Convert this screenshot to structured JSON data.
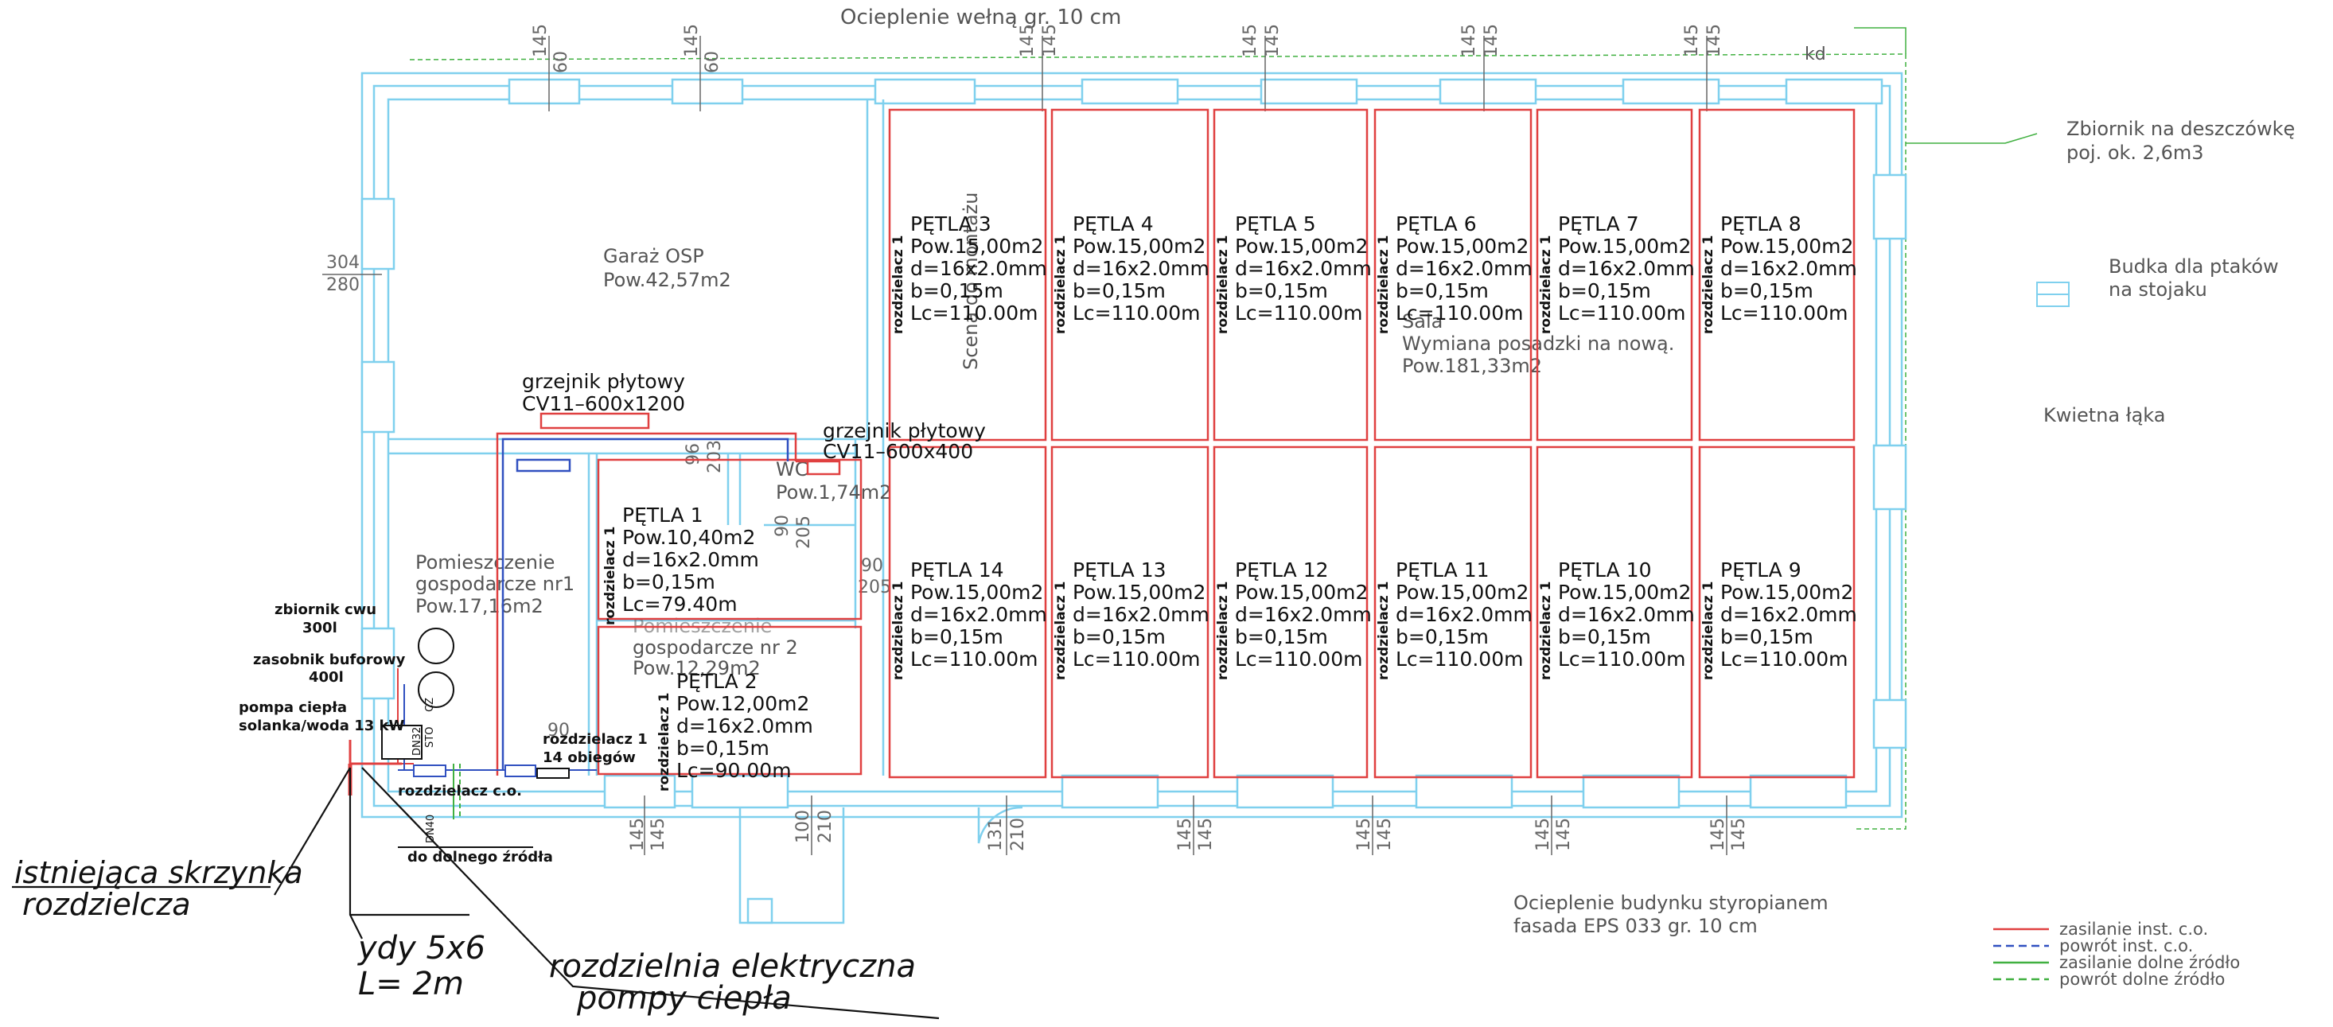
{
  "title_top": "Ocieplenie wełną gr. 10 cm",
  "kd": "kd",
  "dimensions": {
    "top": [
      [
        "145",
        "60"
      ],
      [
        "145",
        "60"
      ],
      [
        "145",
        "145"
      ],
      [
        "145",
        "145"
      ],
      [
        "145",
        "145"
      ],
      [
        "145",
        "145"
      ]
    ],
    "bottom": [
      [
        "145",
        "145"
      ],
      [
        "100",
        "210"
      ],
      [
        "131",
        "210"
      ],
      [
        "145",
        "145"
      ],
      [
        "145",
        "145"
      ],
      [
        "145",
        "145"
      ],
      [
        "145",
        "145"
      ]
    ],
    "left": [
      "304",
      "280"
    ],
    "inner_a": [
      "96",
      "203"
    ],
    "inner_b": [
      "90",
      "205"
    ],
    "inner_c": [
      "90",
      "205"
    ],
    "inner_d": "90"
  },
  "rooms": {
    "garage": {
      "name": "Garaż OSP",
      "area": "Pow.42,57m2"
    },
    "utility1": {
      "name": "Pomieszczenie",
      "name2": "gospodarcze nr1",
      "area": "Pow.17,16m2"
    },
    "utility2": {
      "name": "Pomieszczenie",
      "name2": "gospodarcze nr 2",
      "area": "Pow.12,29m2"
    },
    "wc": {
      "name": "WC",
      "area": "Pow.1,74m2"
    },
    "hall": {
      "name": "Sala",
      "desc": "Wymiana posadzki na nową.",
      "area": "Pow.181,33m2"
    },
    "stage": "Scena do montażu"
  },
  "radiators": [
    {
      "label": "grzejnik płytowy",
      "model": "CV11–600x1200"
    },
    {
      "label": "grzejnik płytowy",
      "model": "CV11–600x400"
    }
  ],
  "manifold_prefix": "rozdzielacz 1",
  "loops": [
    {
      "name": "PĘTLA 1",
      "pow": "Pow.10,40m2",
      "d": "d=16x2.0mm",
      "b": "b=0,15m",
      "lc": "Lc=79.40m"
    },
    {
      "name": "PĘTLA 2",
      "pow": "Pow.12,00m2",
      "d": "d=16x2.0mm",
      "b": "b=0,15m",
      "lc": "Lc=90.00m"
    },
    {
      "name": "PĘTLA 3",
      "pow": "Pow.15,00m2",
      "d": "d=16x2.0mm",
      "b": "b=0,15m",
      "lc": "Lc=110.00m"
    },
    {
      "name": "PĘTLA 4",
      "pow": "Pow.15,00m2",
      "d": "d=16x2.0mm",
      "b": "b=0,15m",
      "lc": "Lc=110.00m"
    },
    {
      "name": "PĘTLA 5",
      "pow": "Pow.15,00m2",
      "d": "d=16x2.0mm",
      "b": "b=0,15m",
      "lc": "Lc=110.00m"
    },
    {
      "name": "PĘTLA 6",
      "pow": "Pow.15,00m2",
      "d": "d=16x2.0mm",
      "b": "b=0,15m",
      "lc": "Lc=110.00m"
    },
    {
      "name": "PĘTLA 7",
      "pow": "Pow.15,00m2",
      "d": "d=16x2.0mm",
      "b": "b=0,15m",
      "lc": "Lc=110.00m"
    },
    {
      "name": "PĘTLA 8",
      "pow": "Pow.15,00m2",
      "d": "d=16x2.0mm",
      "b": "b=0,15m",
      "lc": "Lc=110.00m"
    },
    {
      "name": "PĘTLA 9",
      "pow": "Pow.15,00m2",
      "d": "d=16x2.0mm",
      "b": "b=0,15m",
      "lc": "Lc=110.00m"
    },
    {
      "name": "PĘTLA 10",
      "pow": "Pow.15,00m2",
      "d": "d=16x2.0mm",
      "b": "b=0,15m",
      "lc": "Lc=110.00m"
    },
    {
      "name": "PĘTLA 11",
      "pow": "Pow.15,00m2",
      "d": "d=16x2.0mm",
      "b": "b=0,15m",
      "lc": "Lc=110.00m"
    },
    {
      "name": "PĘTLA 12",
      "pow": "Pow.15,00m2",
      "d": "d=16x2.0mm",
      "b": "b=0,15m",
      "lc": "Lc=110.00m"
    },
    {
      "name": "PĘTLA 13",
      "pow": "Pow.15,00m2",
      "d": "d=16x2.0mm",
      "b": "b=0,15m",
      "lc": "Lc=110.00m"
    },
    {
      "name": "PĘTLA 14",
      "pow": "Pow.15,00m2",
      "d": "d=16x2.0mm",
      "b": "b=0,15m",
      "lc": "Lc=110.00m"
    }
  ],
  "equipment": {
    "cwu_tank": {
      "label": "zbiornik cwu",
      "cap": "300l"
    },
    "buffer_tank": {
      "label": "zasobnik buforowy",
      "cap": "400l"
    },
    "heat_pump": {
      "line1": "pompa ciepła",
      "line2": "solanka/woda 13 kW"
    },
    "manifold_co": "rozdzielacz c.o.",
    "manifold_14": {
      "line1": "rozdzielacz 1",
      "line2": "14 obiegów"
    },
    "lower_source": "do dolnego źródła",
    "pipe_dn32": "DN32",
    "pipe_dn40": "DN40",
    "pipe_sto": "STO",
    "pipe_cz": "CZ"
  },
  "exterior": {
    "rainwater": {
      "line1": "Zbiornik na deszczówkę",
      "line2": "poj. ok. 2,6m3"
    },
    "birdhouse": {
      "line1": "Budka dla ptaków",
      "line2": "na stojaku"
    },
    "meadow": "Kwietna łąka",
    "insulation": {
      "line1": "Ocieplenie budynku styropianem",
      "line2": "fasada EPS 033 gr. 10 cm"
    }
  },
  "handwritten": {
    "box": {
      "line1": "istniejąca skrzynka",
      "line2": "rozdzielcza"
    },
    "cable": {
      "line1": "ydy 5x6",
      "line2": "L= 2m"
    },
    "switchboard": {
      "line1": "rozdzielnia elektryczna",
      "line2": "pompy ciepła"
    }
  },
  "legend": [
    {
      "label": "zasilanie inst. c.o.",
      "color": "#e04040",
      "dash": "none"
    },
    {
      "label": "powrót inst. c.o.",
      "color": "#3050c0",
      "dash": "10 6"
    },
    {
      "label": "zasilanie dolne źródło",
      "color": "#40b040",
      "dash": "none"
    },
    {
      "label": "powrót dolne źródło",
      "color": "#40b040",
      "dash": "10 6"
    }
  ]
}
